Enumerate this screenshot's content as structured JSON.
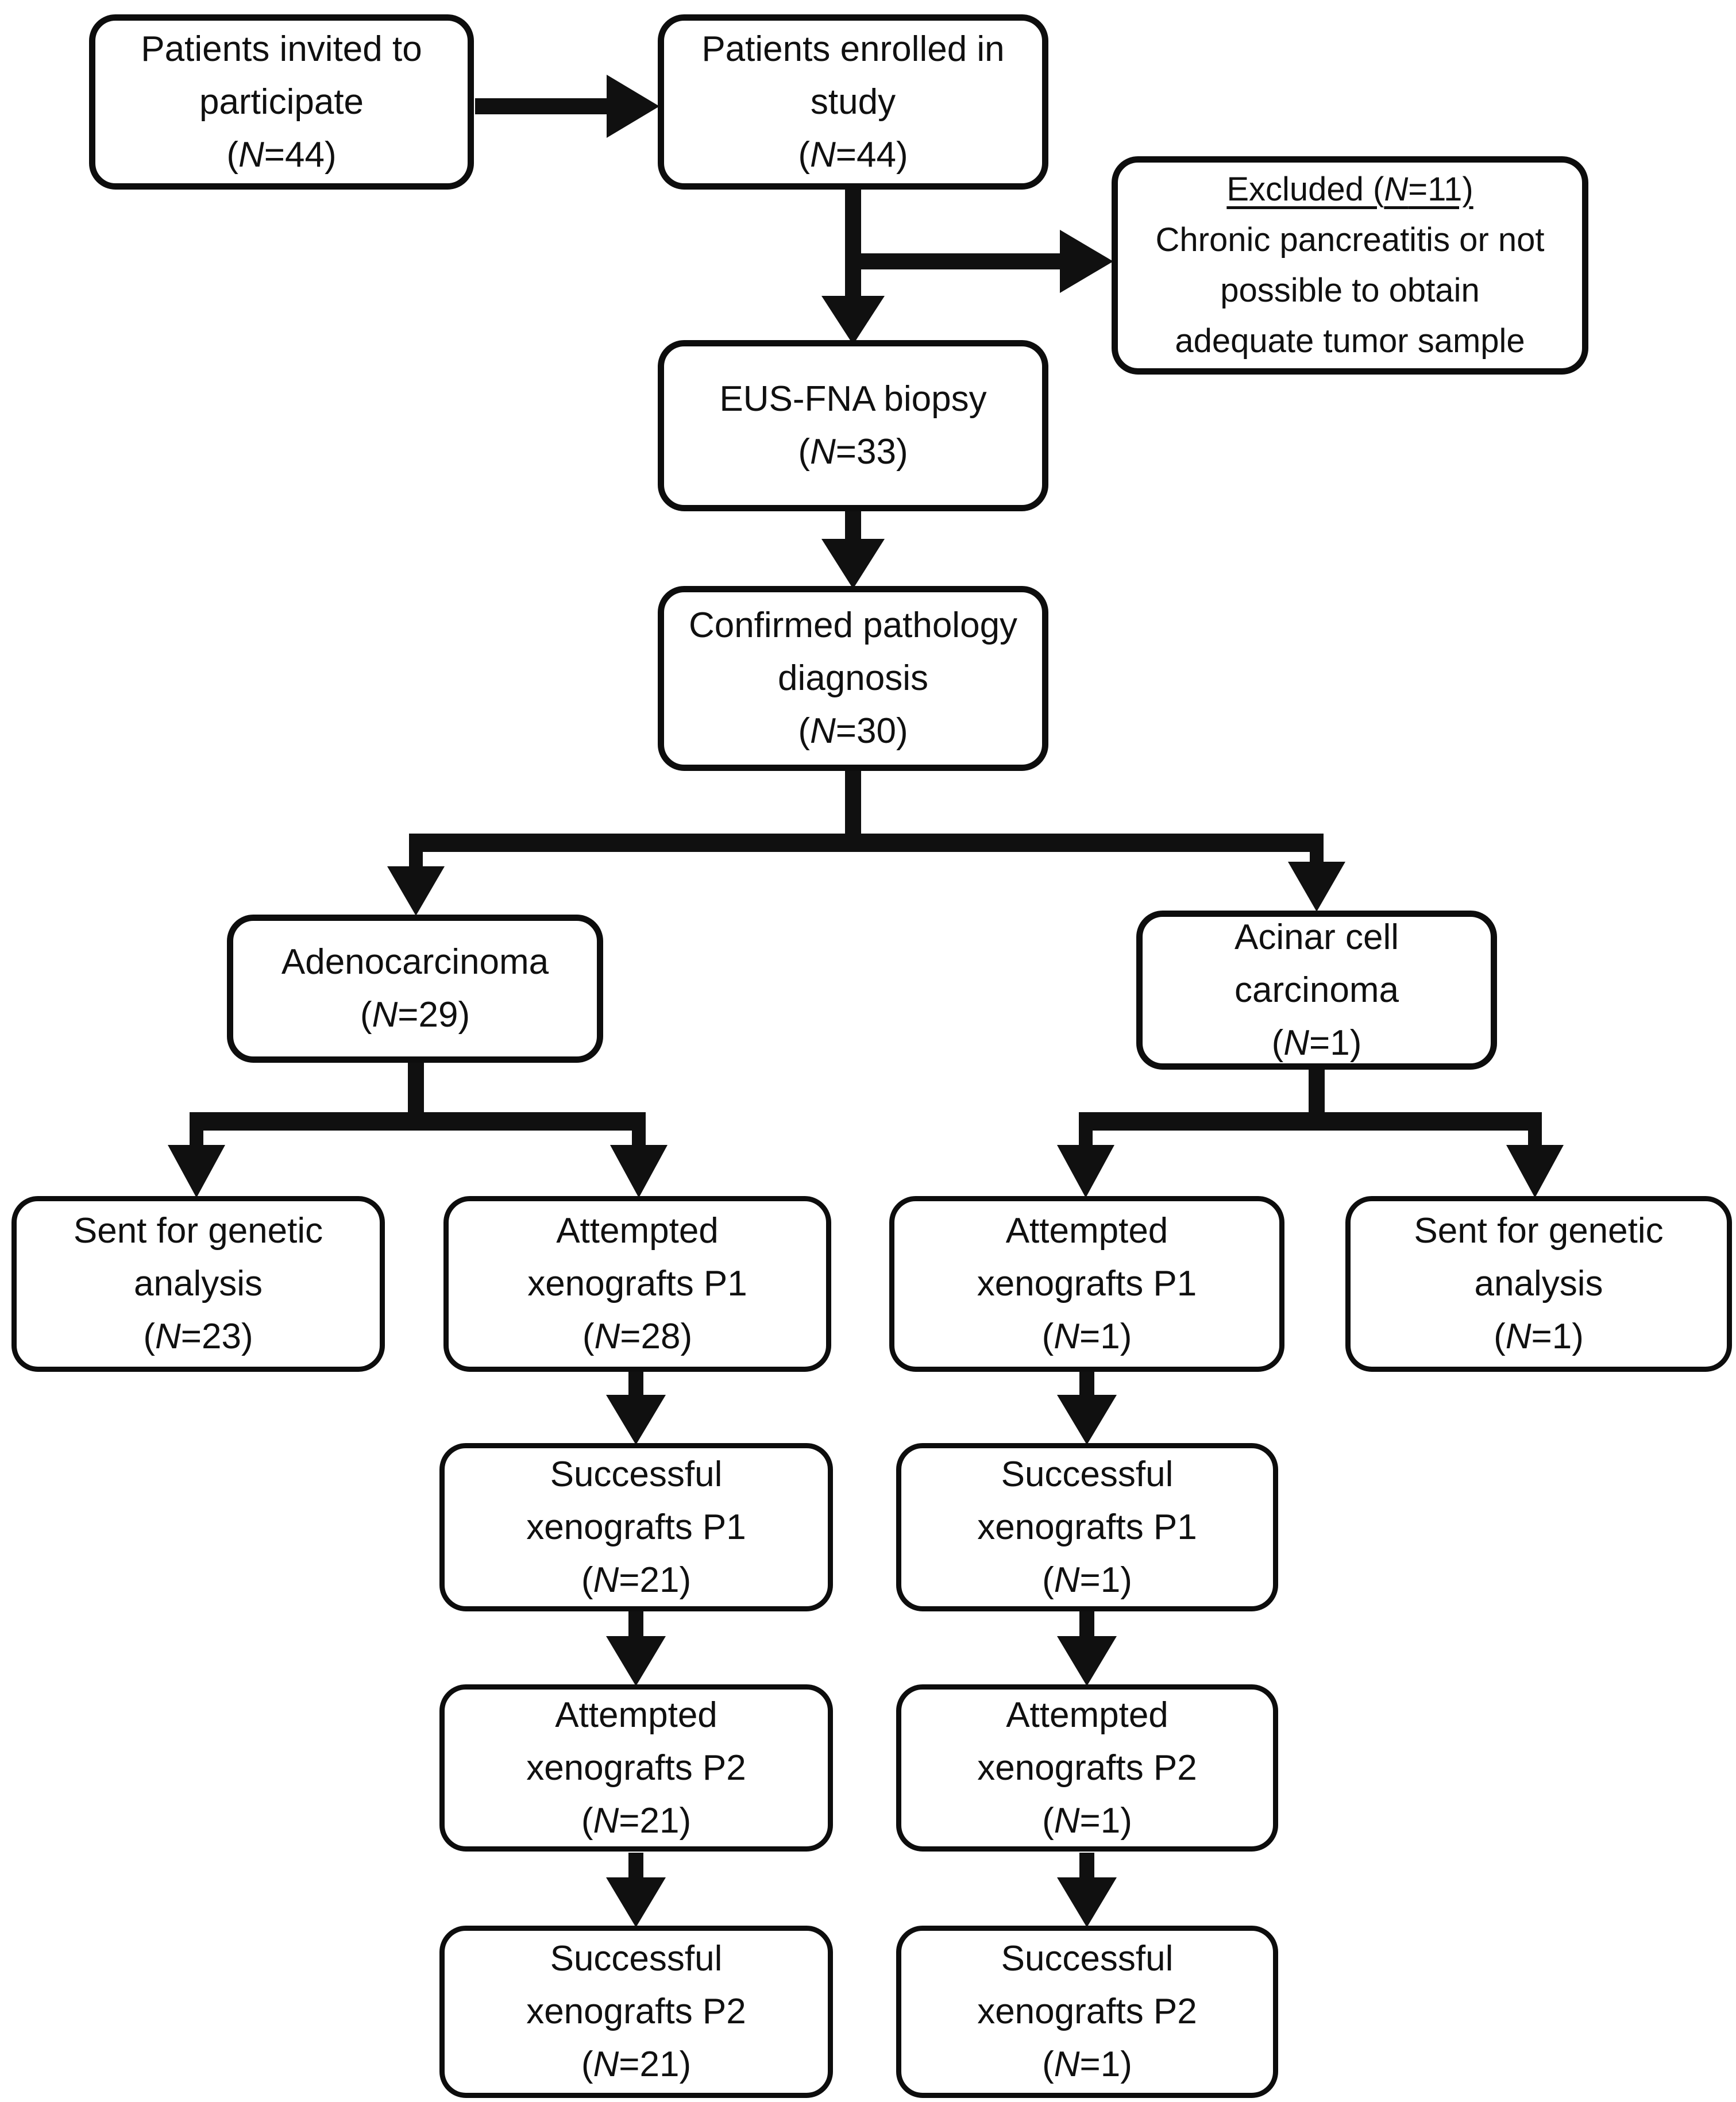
{
  "figure": {
    "type": "flowchart",
    "ink_color": "#101010",
    "background_color": "#ffffff"
  },
  "boxes": {
    "invited": {
      "lines": [
        "Patients invited to",
        "participate",
        "(N=44)"
      ]
    },
    "enrolled": {
      "lines": [
        "Patients enrolled in",
        "study",
        "(N=44)"
      ]
    },
    "excluded": {
      "lines": [
        "Excluded (N=11)",
        "Chronic pancreatitis or not",
        "possible to obtain",
        "adequate tumor sample"
      ]
    },
    "eus_fna": {
      "lines": [
        "EUS-FNA biopsy",
        "(N=33)"
      ]
    },
    "confirmed": {
      "lines": [
        "Confirmed pathology",
        "diagnosis",
        "(N=30)"
      ]
    },
    "adenocarcinoma": {
      "lines": [
        "Adenocarcinoma",
        "(N=29)"
      ]
    },
    "acinar": {
      "lines": [
        "Acinar cell",
        "carcinoma",
        "(N=1)"
      ]
    },
    "sent_genetic_adeno": {
      "lines": [
        "Sent for genetic",
        "analysis",
        "(N=23)"
      ]
    },
    "attempted_p1_adeno": {
      "lines": [
        "Attempted",
        "xenografts P1",
        "(N=28)"
      ]
    },
    "attempted_p1_acinar": {
      "lines": [
        "Attempted",
        "xenografts P1",
        "(N=1)"
      ]
    },
    "sent_genetic_acinar": {
      "lines": [
        "Sent for genetic",
        "analysis",
        "(N=1)"
      ]
    },
    "successful_p1_adeno": {
      "lines": [
        "Successful",
        "xenografts P1",
        "(N=21)"
      ]
    },
    "attempted_p2_adeno": {
      "lines": [
        "Attempted",
        "xenografts P2",
        "(N=21)"
      ]
    },
    "successful_p2_adeno": {
      "lines": [
        "Successful",
        "xenografts P2",
        "(N=21)"
      ]
    },
    "successful_p1_acinar": {
      "lines": [
        "Successful",
        "xenografts P1",
        "(N=1)"
      ]
    },
    "attempted_p2_acinar": {
      "lines": [
        "Attempted",
        "xenografts P2",
        "(N=1)"
      ]
    },
    "successful_p2_acinar": {
      "lines": [
        "Successful",
        "xenografts P2",
        "(N=1)"
      ]
    }
  }
}
